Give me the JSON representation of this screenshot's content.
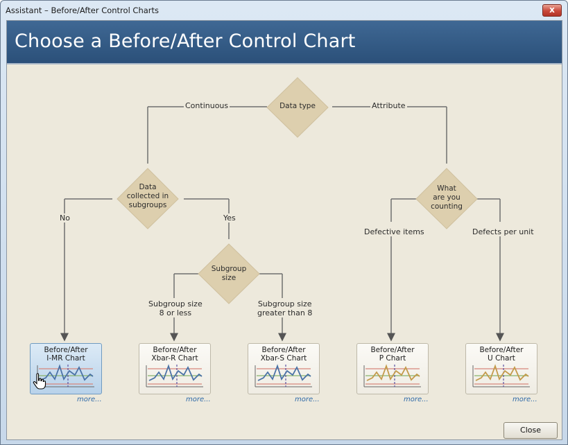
{
  "window": {
    "title": "Assistant – Before/After Control Charts",
    "close_glyph": "x"
  },
  "banner": {
    "title": "Choose a Before/After Control Chart"
  },
  "nodes": {
    "data_type": {
      "line1": "Data type"
    },
    "subgroups": {
      "line1": "Data",
      "line2": "collected in",
      "line3": "subgroups"
    },
    "subgroup_size": {
      "line1": "Subgroup",
      "line2": "size"
    },
    "counting": {
      "line1": "What",
      "line2": "are you",
      "line3": "counting"
    }
  },
  "edges": {
    "continuous": "Continuous",
    "attribute": "Attribute",
    "no": "No",
    "yes": "Yes",
    "size_small_1": "Subgroup size",
    "size_small_2": "8 or less",
    "size_large_1": "Subgroup size",
    "size_large_2": "greater than 8",
    "defective": "Defective items",
    "defects": "Defects per unit"
  },
  "charts": [
    {
      "line1": "Before/After",
      "line2": "I-MR Chart",
      "more": "more...",
      "selected": true
    },
    {
      "line1": "Before/After",
      "line2": "Xbar-R Chart",
      "more": "more..."
    },
    {
      "line1": "Before/After",
      "line2": "Xbar-S Chart",
      "more": "more..."
    },
    {
      "line1": "Before/After",
      "line2": "P Chart",
      "more": "more..."
    },
    {
      "line1": "Before/After",
      "line2": "U Chart",
      "more": "more..."
    }
  ],
  "footer": {
    "close_label": "Close"
  },
  "colors": {
    "diamond": "#ddcfae",
    "line": "#6f6f6f",
    "blue_series": "#4a72a6",
    "gold_series": "#c39a4a",
    "limit": "#d7867b",
    "center": "#86b36a"
  }
}
